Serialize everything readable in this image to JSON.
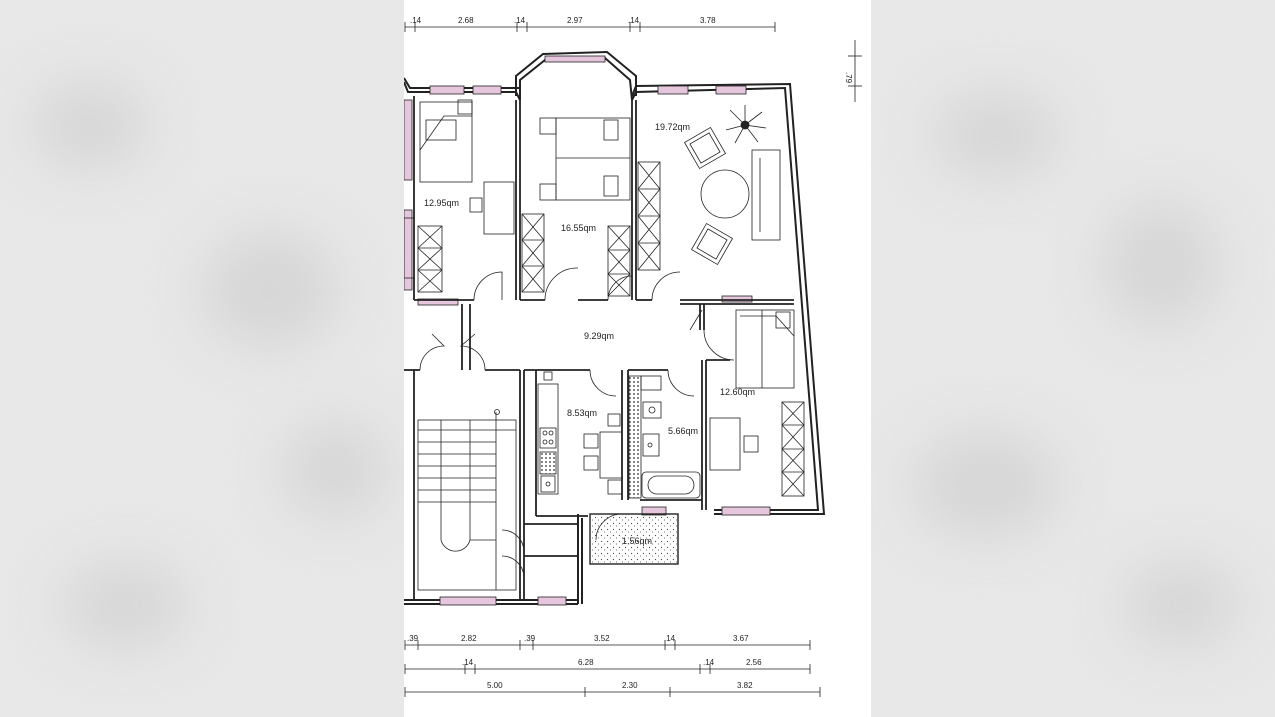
{
  "dimensions": {
    "top_row": [
      ".14",
      "2.68",
      ".14",
      "2.97",
      ".14",
      "3.78"
    ],
    "right_side": ".79",
    "bottom_row_1": [
      ".39",
      "2.82",
      ".39",
      "3.52",
      ".14",
      "3.67"
    ],
    "bottom_row_2": [
      ".14",
      "6.28",
      ".14",
      "2.56"
    ],
    "bottom_row_3": [
      "5.00",
      "2.30",
      "3.82"
    ]
  },
  "rooms": {
    "bedroom_left": "12.95qm",
    "bedroom_center": "16.55qm",
    "living_room": "19.72qm",
    "hallway": "9.29qm",
    "kitchen": "8.53qm",
    "bathroom": "5.66qm",
    "bedroom_right": "12.60qm",
    "balcony": "1.56qm"
  },
  "colors": {
    "wall": "#222222",
    "window_tint": "#e6c6dc",
    "paper": "#ffffff",
    "background": "#ececec"
  }
}
